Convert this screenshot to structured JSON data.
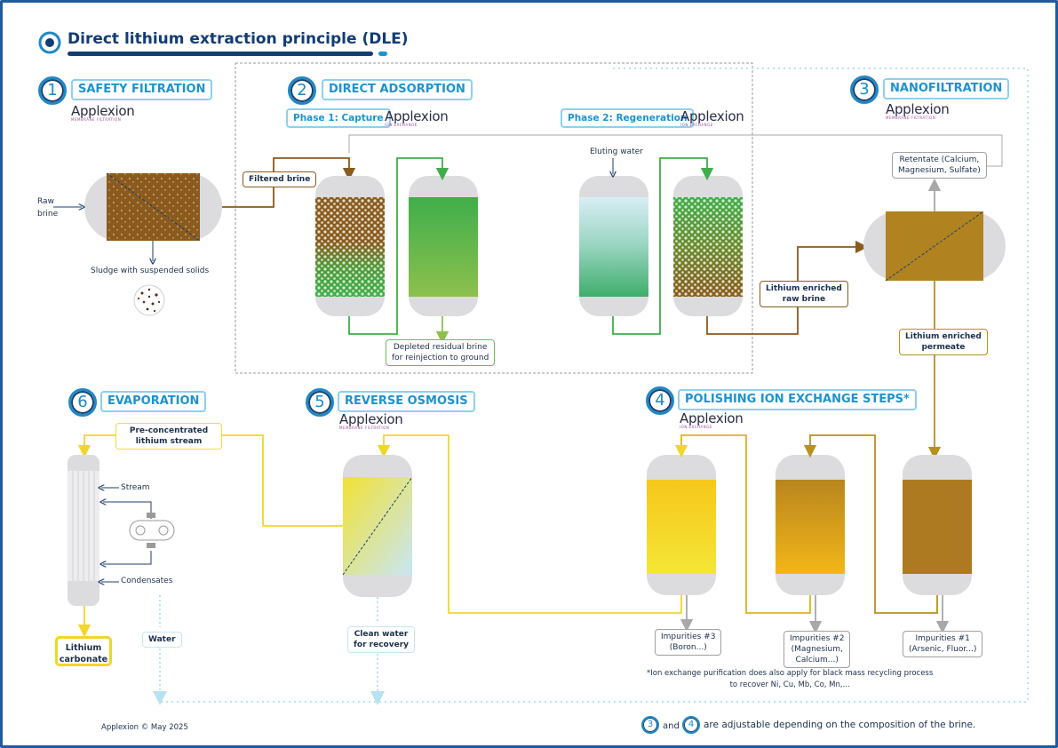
{
  "title": "Direct lithium extraction principle (DLE)",
  "logo_text": "Applexion",
  "logo_sub_membrane": "MEMBRANE FILTRATION",
  "logo_sub_ion": "ION EXCHANGE",
  "steps": [
    {
      "num": "1",
      "label": "SAFETY FILTRATION"
    },
    {
      "num": "2",
      "label": "DIRECT ADSORPTION"
    },
    {
      "num": "3",
      "label": "NANOFILTRATION"
    },
    {
      "num": "4",
      "label": "POLISHING ION EXCHANGE STEPS*"
    },
    {
      "num": "5",
      "label": "REVERSE OSMOSIS"
    },
    {
      "num": "6",
      "label": "EVAPORATION"
    }
  ],
  "phases": {
    "capture": "Phase 1: Capture",
    "regeneration": "Phase 2: Regeneration"
  },
  "labels": {
    "raw_brine_1": "Raw",
    "raw_brine_2": "brine",
    "sludge": "Sludge with suspended solids",
    "eluting_water": "Eluting water",
    "stream": "Stream",
    "condensates": "Condensates"
  },
  "boxes": {
    "filtered_brine": "Filtered brine",
    "depleted_1": "Depleted residual brine",
    "depleted_2": "for reinjection to ground",
    "retentate_1": "Retentate (Calcium,",
    "retentate_2": "Magnesium, Sulfate)",
    "li_raw_1": "Lithium enriched",
    "li_raw_2": "raw brine",
    "li_perm_1": "Lithium enriched",
    "li_perm_2": "permeate",
    "preconc_1": "Pre-concentrated",
    "preconc_2": "lithium stream",
    "lithium_1": "Lithium",
    "lithium_2": "carbonate",
    "water": "Water",
    "clean_1": "Clean water",
    "clean_2": "for recovery",
    "imp3_1": "Impurities #3",
    "imp3_2": "(Boron...)",
    "imp2_1": "Impurities #2",
    "imp2_2": "(Magnesium,",
    "imp2_3": "Calcium...)",
    "imp1_1": "Impurities #1",
    "imp1_2": "(Arsenic, Fluor...)"
  },
  "footnote_1": "*Ion exchange purification does also apply for black mass recycling process",
  "footnote_2": "to recover Ni, Cu, Mb, Co, Mn,...",
  "copyright": "Applexion © May 2025",
  "adjustable": {
    "n3": "3",
    "and": "and",
    "n4": "4",
    "text": "are adjustable depending on the composition of the brine."
  },
  "colors": {
    "brand_navy": "#123c74",
    "accent_cyan": "#1c93cf",
    "brown": "#8a5a1e",
    "green": "#3fae4b",
    "gold": "#b8901e",
    "yellow": "#f2d52c"
  }
}
